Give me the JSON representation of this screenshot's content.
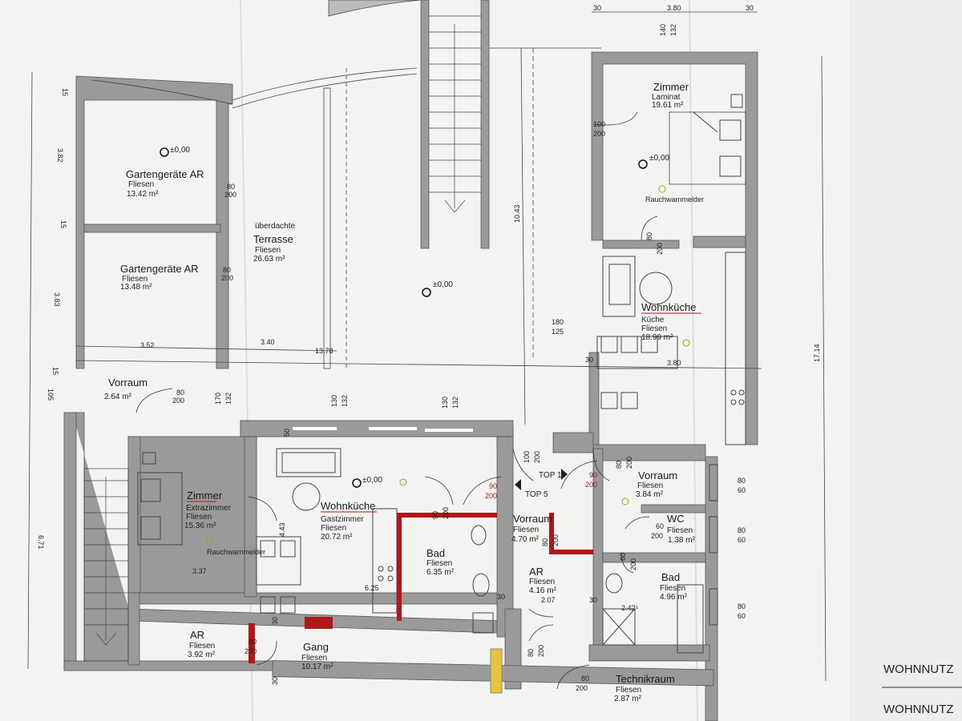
{
  "rooms": {
    "garten1": {
      "name": "Gartengeräte AR",
      "floor": "Fliesen",
      "area": "13.42 m²",
      "door": "80",
      "door_h": "200"
    },
    "garten2": {
      "name": "Gartengeräte AR",
      "floor": "Fliesen",
      "area": "13.48 m²",
      "door": "80",
      "door_h": "200"
    },
    "terrasse": {
      "name1": "überdachte",
      "name2": "Terrasse",
      "floor": "Fliesen",
      "area": "26.63 m²"
    },
    "zimmer_top": {
      "name": "Zimmer",
      "floor": "Laminat",
      "area": "19.61 m²",
      "door": "100",
      "door_h": "200",
      "smoke": "Rauchwarnmelder"
    },
    "wohnkueche_top": {
      "name": "Wohnküche",
      "sub": "Küche",
      "floor": "Fliesen",
      "area": "18.99 m²"
    },
    "vorraum_left": {
      "name": "Vorraum",
      "area": "2.64 m²",
      "door": "80",
      "door_h": "200"
    },
    "zimmer_extra": {
      "name": "Zimmer",
      "sub": "Extrazimmer",
      "floor": "Fliesen",
      "area": "15.36 m²",
      "smoke": "Rauchwarnmelder"
    },
    "wohnkueche_gast": {
      "name": "Wohnküche",
      "sub": "Gastzimmer",
      "floor": "Fliesen",
      "area": "20.72 m²"
    },
    "bad_mid": {
      "name": "Bad",
      "floor": "Fliesen",
      "area": "6.35 m²"
    },
    "vorraum_mid": {
      "name": "Vorraum",
      "floor": "Fliesen",
      "area": "4.70 m²"
    },
    "ar_mid": {
      "name": "AR",
      "floor": "Fliesen",
      "area": "4.16 m²"
    },
    "vorraum_right": {
      "name": "Vorraum",
      "floor": "Fliesen",
      "area": "3.84 m²"
    },
    "wc": {
      "name": "WC",
      "floor": "Fliesen",
      "area": "1.38 m²"
    },
    "bad_right": {
      "name": "Bad",
      "floor": "Fliesen",
      "area": "4.96 m²"
    },
    "ar_bottom": {
      "name": "AR",
      "floor": "Fliesen",
      "area": "3.92 m²"
    },
    "gang": {
      "name": "Gang",
      "floor": "Fliesen",
      "area": "10.17 m²"
    },
    "technik": {
      "name": "Technikraum",
      "floor": "Fliesen",
      "area": "2.87 m²"
    }
  },
  "levels": {
    "level": "±0,00"
  },
  "tops": {
    "top1": "TOP 1",
    "top5": "TOP 5"
  },
  "red_doors": {
    "d1_w": "90",
    "d1_h": "200",
    "d2_w": "90",
    "d2_h": "200"
  },
  "dims": {
    "top_30a": "30",
    "top_380": "3.80",
    "top_30b": "30",
    "top_140": "140",
    "top_132": "132",
    "left_15a": "15",
    "left_382": "3.82",
    "left_15b": "15",
    "left_383": "3.83",
    "left_15c": "15",
    "left_105": "105",
    "left_671": "6.71",
    "d_352": "3.52",
    "d_340": "3.40",
    "d_1378": "13.78",
    "d_30mid": "30",
    "d_380mid": "3.80",
    "d_1043": "10.43",
    "d_1714": "17.14",
    "d_180": "180",
    "d_125": "125",
    "d_170": "170",
    "d_132a": "132",
    "d_130a": "130",
    "d_132b": "132",
    "d_130b": "130",
    "d_132c": "132",
    "d_50": "50",
    "d_443": "4.43",
    "d_337": "3.37",
    "d_625": "6.25",
    "d_100": "100",
    "d_200a": "200",
    "d_80a": "80",
    "d_200b": "200",
    "d_90": "90",
    "d_200c": "200",
    "d_80b": "80",
    "d_200d": "200",
    "d_60a": "60",
    "d_200e": "200",
    "d_30b": "30",
    "d_207": "2.07",
    "d_30c": "30",
    "d_2425": "2.42⁵",
    "d_80c": "80",
    "d_200f": "200",
    "d_60b": "60",
    "d_200g": "200",
    "d_80d": "80",
    "d_200h": "200",
    "d_80e": "80",
    "d_200i": "200",
    "d_30d": "30",
    "d_30e": "30",
    "d_80f": "80",
    "d_200j": "200",
    "win_80a": "80",
    "win_60a": "60",
    "win_80b": "80",
    "win_60b": "60",
    "win_80c": "80",
    "win_60c": "60"
  },
  "side_label": {
    "line1": "WOHNNUTZ",
    "line2": "WOHNNUTZ"
  }
}
